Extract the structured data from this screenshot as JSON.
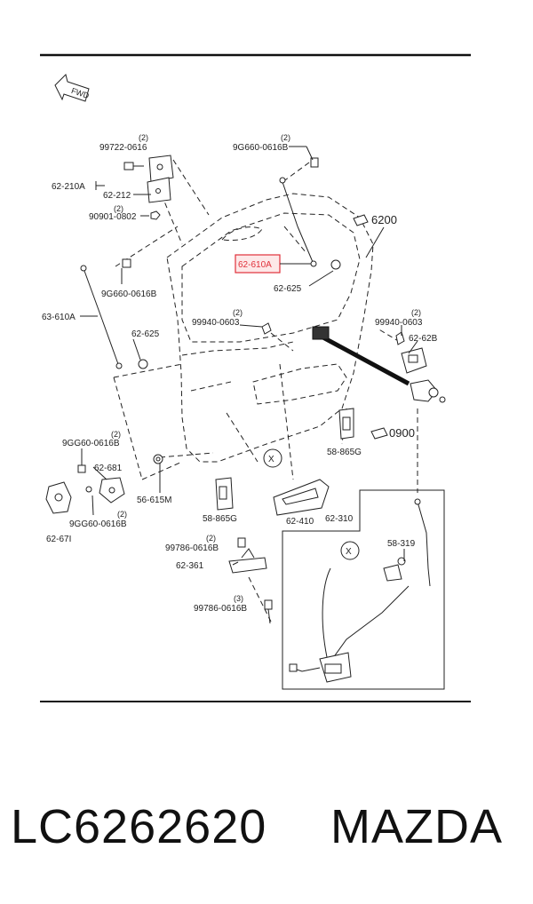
{
  "fwd": "FWD",
  "labels": {
    "q_99722": "(2)",
    "p_99722": "99722-0616",
    "p_62210a": "62-210A",
    "p_62212": "62-212",
    "q_90901": "(2)",
    "p_90901": "90901-0802",
    "q_9g660_top": "(2)",
    "p_9g660_top": "9G660-0616B",
    "ref_6200": "6200",
    "p_62610a": "62-610A",
    "p_9g660_mid": "9G660-0616B",
    "p_62625_r": "62-625",
    "p_63610a": "63-610A",
    "q_99940_l": "(2)",
    "p_99940_l": "99940-0603",
    "q_99940_r": "(2)",
    "p_99940_r": "99940-0603",
    "p_62625_l": "62-625",
    "p_6262b": "62-62B",
    "ref_0900": "0900",
    "q_9gg60_a": "(2)",
    "p_9gg60_a": "9GG60-0616B",
    "p_62681": "62-681",
    "p_62671": "62-67I",
    "p_9gg60_b": "9GG60-0616B",
    "q_9gg60_b": "(2)",
    "p_56615m": "56-615M",
    "p_58865g_r": "58-865G",
    "p_58865g_l": "58-865G",
    "p_62410": "62-410",
    "p_62310": "62-310",
    "p_58319": "58-319",
    "q_99786_a": "(2)",
    "p_99786_a": "99786-0616B",
    "p_62361": "62-361",
    "q_99786_b": "(3)",
    "p_99786_b": "99786-0616B",
    "x_mark": "X"
  },
  "highlight": {
    "part": "62-610A",
    "color": "#e0303a"
  },
  "caption": {
    "part_number": "LC6262620",
    "brand": "MAZDA"
  }
}
